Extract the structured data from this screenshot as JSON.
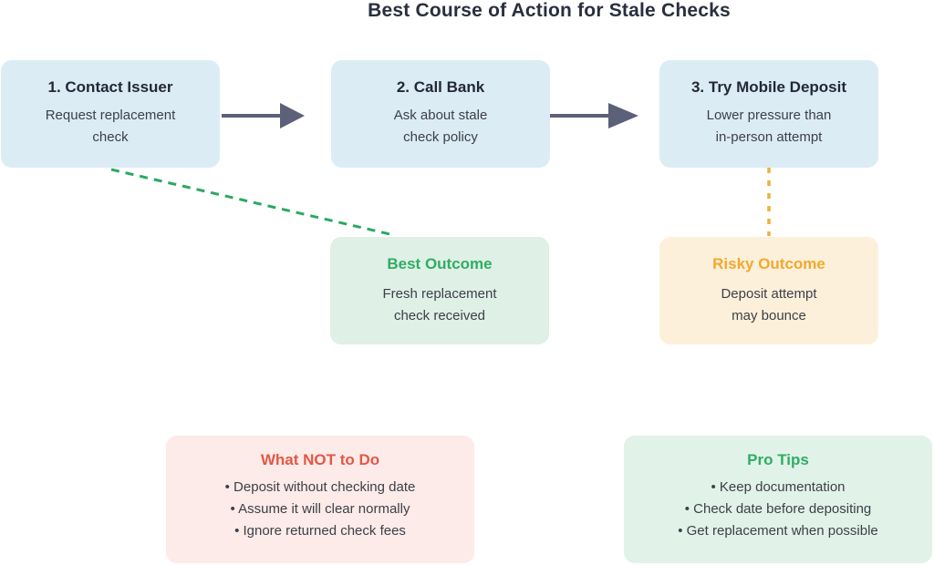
{
  "title": "Best Course of Action for Stale Checks",
  "colors": {
    "arrow": "#5c6078",
    "best_dash": "#2aa961",
    "risky_dash": "#e9b23c",
    "step_bg": "#dcecf4",
    "best_bg": "#dff0e6",
    "risky_bg": "#fdf0da",
    "avoid_bg": "#fcebe8",
    "tips_bg": "#e1f2e8",
    "best_accent": "#2fad63",
    "risky_accent": "#efa92f",
    "avoid_accent": "#e25747",
    "tips_accent": "#2fad63"
  },
  "steps": [
    {
      "heading": "1. Contact Issuer",
      "lines": [
        "Request replacement",
        "check"
      ]
    },
    {
      "heading": "2. Call Bank",
      "lines": [
        "Ask about stale",
        "check policy"
      ]
    },
    {
      "heading": "3. Try Mobile Deposit",
      "lines": [
        "Lower pressure than",
        "in-person attempt"
      ]
    }
  ],
  "outcomes": [
    {
      "heading": "Best Outcome",
      "lines": [
        "Fresh replacement",
        "check received"
      ]
    },
    {
      "heading": "Risky Outcome",
      "lines": [
        "Deposit attempt",
        "may bounce"
      ]
    }
  ],
  "notes": [
    {
      "heading": "What NOT to Do",
      "bullets": [
        "• Deposit without checking date",
        "• Assume it will clear normally",
        "• Ignore returned check fees"
      ]
    },
    {
      "heading": "Pro Tips",
      "bullets": [
        "• Keep documentation",
        "• Check date before depositing",
        "• Get replacement when possible"
      ]
    }
  ]
}
